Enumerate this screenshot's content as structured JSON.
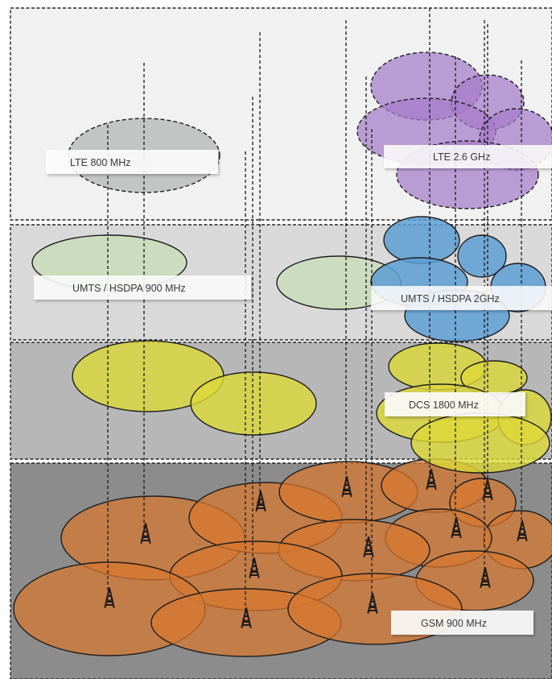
{
  "diagram": {
    "layers": [
      {
        "id": "lte800",
        "label": "LTE 800 MHz",
        "fill": "#eeeeee"
      },
      {
        "id": "umts900",
        "label": "UMTS / HSDPA 900 MHz",
        "fill": "#d8d8d8"
      },
      {
        "id": "dcs1800",
        "label": "DCS 1800 MHz",
        "fill": "#b9b9b9"
      },
      {
        "id": "gsm900",
        "label": "GSM 900 MHz",
        "fill": "#8e8e8e"
      }
    ],
    "overlay_labels": [
      {
        "id": "lte26",
        "label": "LTE 2.6 GHz"
      },
      {
        "id": "umts2",
        "label": "UMTS / HSDPA 2GHz"
      }
    ],
    "colors": {
      "lte800_cell": "#a5a9a8",
      "lte26_cell": "#a57cc9",
      "umts900_cell": "#c9dcb9",
      "umts2_cell": "#5c9dd2",
      "dcs_cell": "#d4d33f",
      "gsm_cell": "#d77733",
      "tower": "#1a1a1a"
    }
  }
}
